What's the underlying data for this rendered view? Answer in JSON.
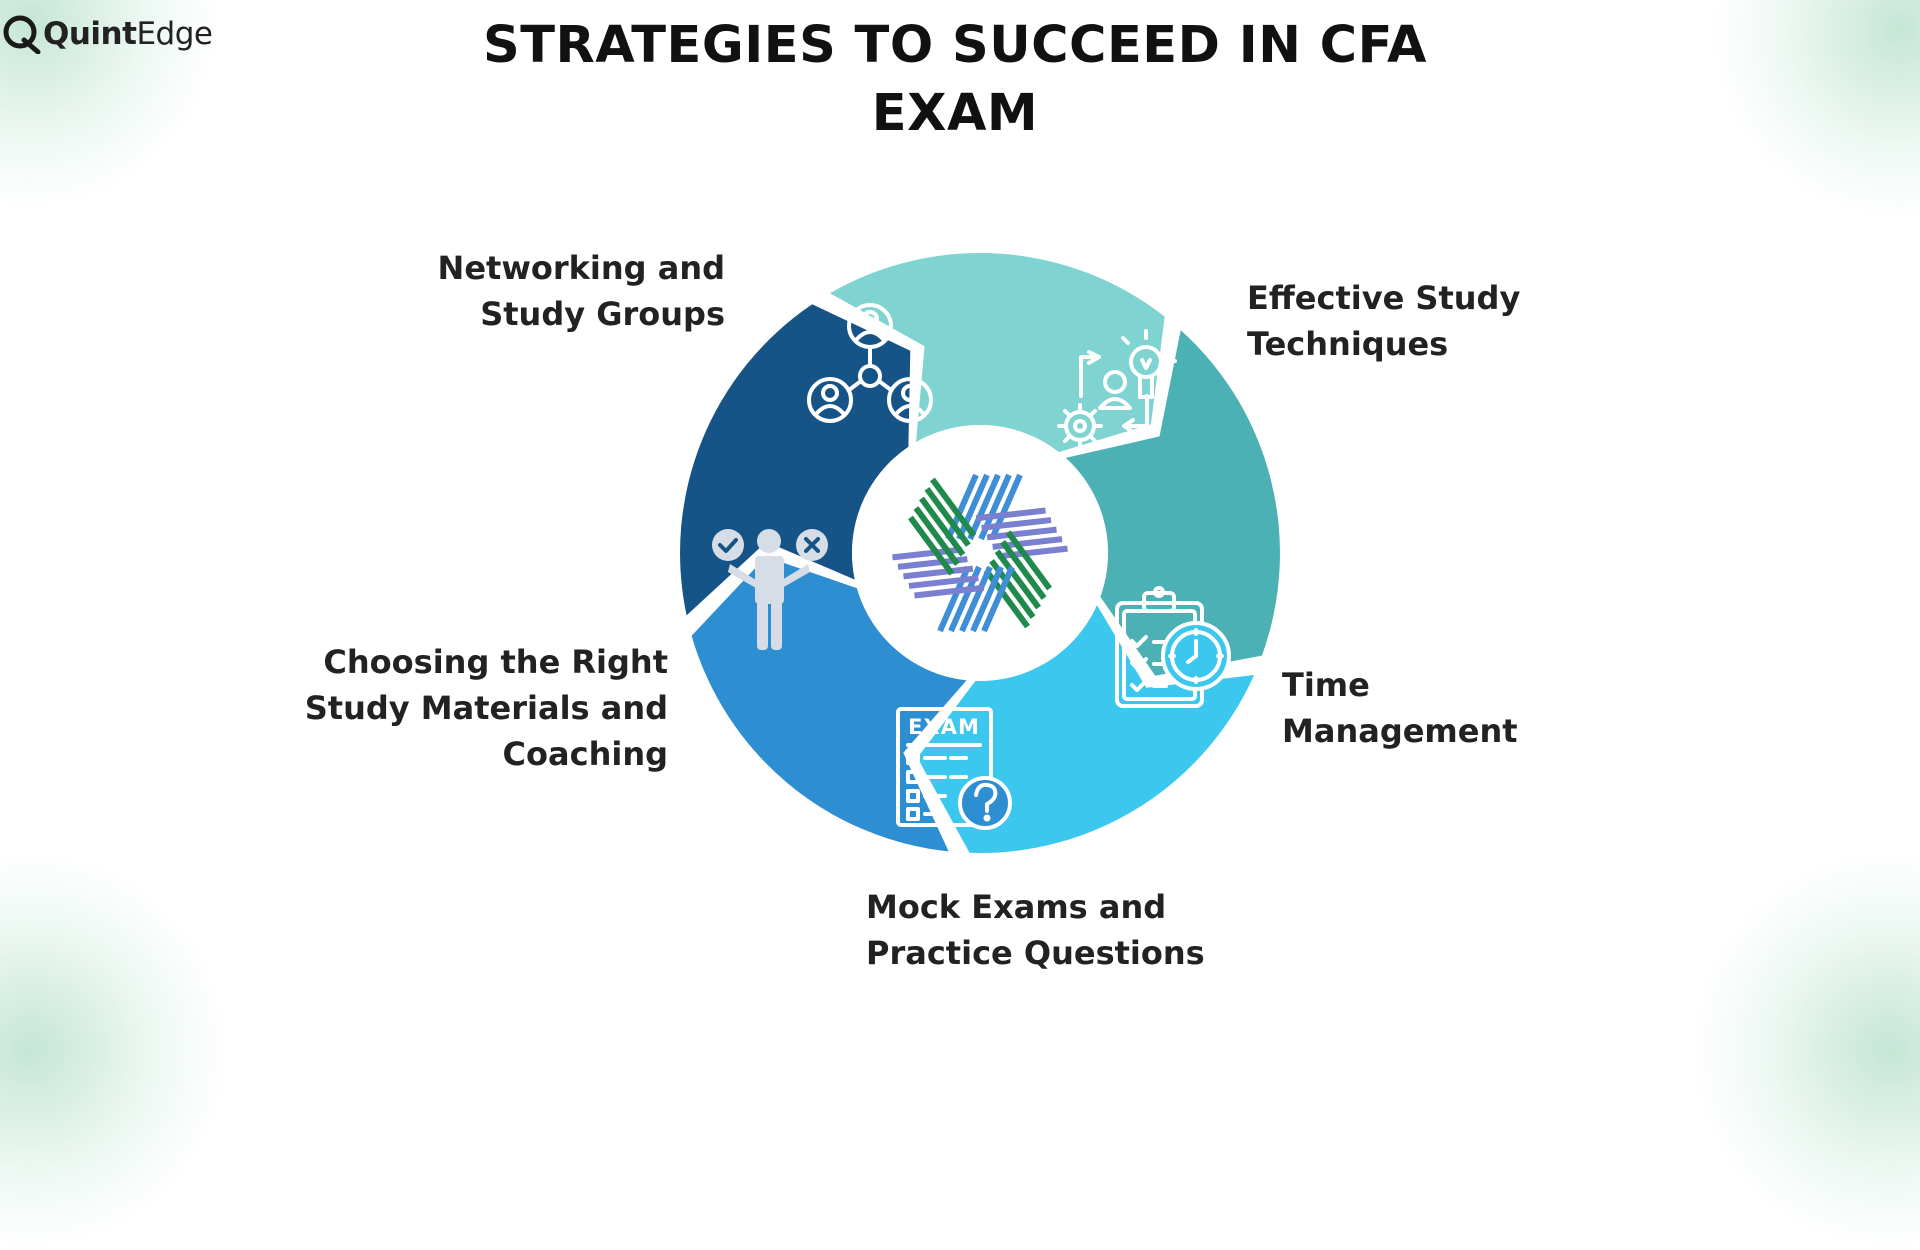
{
  "brand": {
    "name_a": "Quint",
    "name_b": "Edge"
  },
  "title": {
    "line1": "STRATEGIES TO SUCCEED IN CFA",
    "line2": "EXAM"
  },
  "segments": [
    {
      "id": "networking",
      "line1": "Networking and",
      "line2": "Study Groups",
      "color": "#7fd3d1",
      "icon": "people-network-icon"
    },
    {
      "id": "effective",
      "line1": "Effective Study",
      "line2": "Techniques",
      "color": "#4cb1b5",
      "icon": "idea-process-icon"
    },
    {
      "id": "time",
      "line1": "Time",
      "line2": "Management",
      "color": "#3cc8ee",
      "icon": "clipboard-clock-icon"
    },
    {
      "id": "mock",
      "line1": "Mock Exams and",
      "line2": "Practice Questions",
      "color": "#2e8ed2",
      "icon": "exam-question-icon"
    },
    {
      "id": "choose",
      "line1": "Choosing the Right",
      "line2": "Study Materials and",
      "line3": "Coaching",
      "color": "#165386",
      "icon": "person-choice-icon"
    }
  ],
  "center_logo": {
    "icon": "cfa-institute-logo",
    "colors": [
      "#3f8ed6",
      "#7a7fd0",
      "#1f8a4c"
    ]
  },
  "icon_text": {
    "exam": "EXAM"
  }
}
